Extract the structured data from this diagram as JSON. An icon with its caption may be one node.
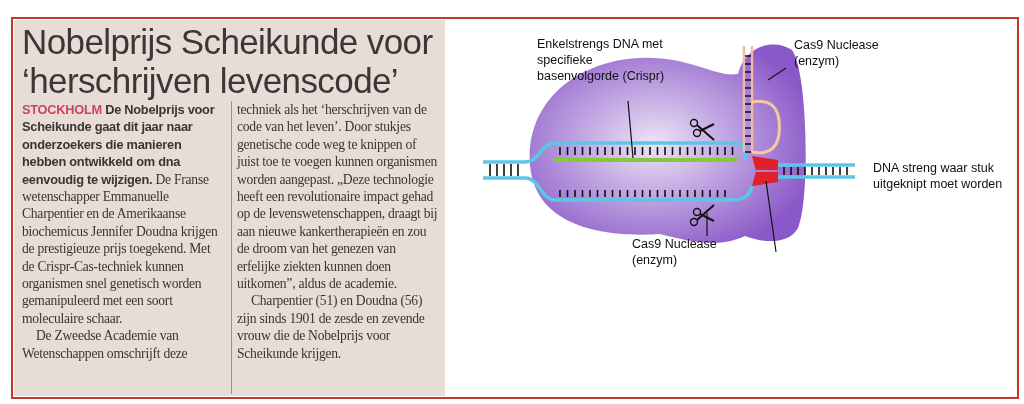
{
  "diagram": {
    "title": "Nobelprijs Scheikunde voor ‘herschrijven levenscode’",
    "nodes": [
      {
        "text": [
          "Enkelstrengs DNA met specifieke basenvolgorde (Crispr)"
        ]
      },
      {
        "text": [],
        "shape": "bar",
        "in": 3
      },
      {
        "text": [
          "Cas9 Nuclease (enzym)"
        ]
      },
      {
        "text": [],
        "shape": "picture"
      },
      {
        "text": [
          "Cas9 Nuclease (enzym)"
        ]
      },
      {
        "text": [],
        "shape": "picture",
        "in": 3
      }
    ],
    "edges": [
      {
        "from": 0,
        "to": 1,
        "arrow": "none"
      },
      {
        "from": 2,
        "to": 3,
        "arrow": "none"
      },
      {
        "from": 4,
        "to": 3,
        "arrow": "none"
      },
      {
        "from": null,
        "to": 5,
        "arrow": "none"
      }
    ],
    "labels": [
      "STOCKHOLM",
      "De Nobelprijs voor Scheikunde gaat dit jaar naar onderzoekers die manieren hebben ontwikkeld om dna eenvoudig te wijzigen.",
      "De Franse wetenschapper Emmanuelle Charpentier en de Amerikaanse biochemicus Jennifer Doudna krijgen de prestigieuze prijs toegekend. Met de Crispr-Cas-techniek kunnen organismen snel genetisch worden gemanipuleerd met een soort moleculaire schaar.",
      "De Zweedse Academie van Wetenschappen omschrijft deze techniek als het ‘herschrijven van de code van het leven’. Door stukjes genetische code weg te knippen of juist toe te voegen kunnen organismen worden aangepast. „Deze technologie heeft een revolutionaire impact gehad op de levenswetenschappen, draagt bij aan nieuwe kankertherapieën en zou de droom van het genezen van erfelijke ziekten kunnen doen uitkomen”, aldus de academie.",
      "Charpentier (51) en Doudna (56) zijn sinds 1901 de zesde en zevende vrouw die de Nobelprijs voor Scheikunde krijgen.",
      "DNA streng waar stuk uitgeknipt moet worden"
    ]
  }
}
